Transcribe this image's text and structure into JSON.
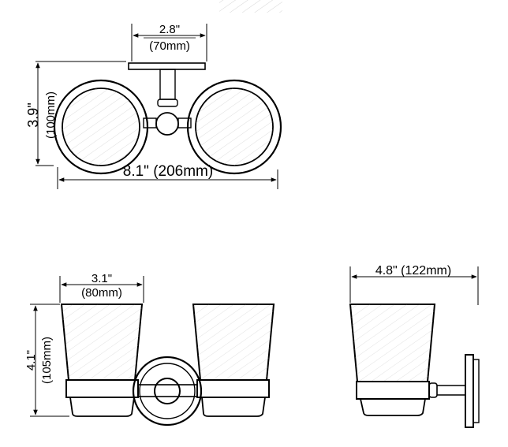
{
  "top_view": {
    "mount_width_in": "2.8\"",
    "mount_width_mm": "(70mm)",
    "height_in": "3.9\"",
    "height_mm": "(100mm)",
    "total_width": "8.1\" (206mm)"
  },
  "front_view": {
    "cup_width_in": "3.1\"",
    "cup_width_mm": "(80mm)",
    "height_in": "4.1\"",
    "height_mm": "(105mm)"
  },
  "side_view": {
    "depth": "4.8\" (122mm)"
  }
}
